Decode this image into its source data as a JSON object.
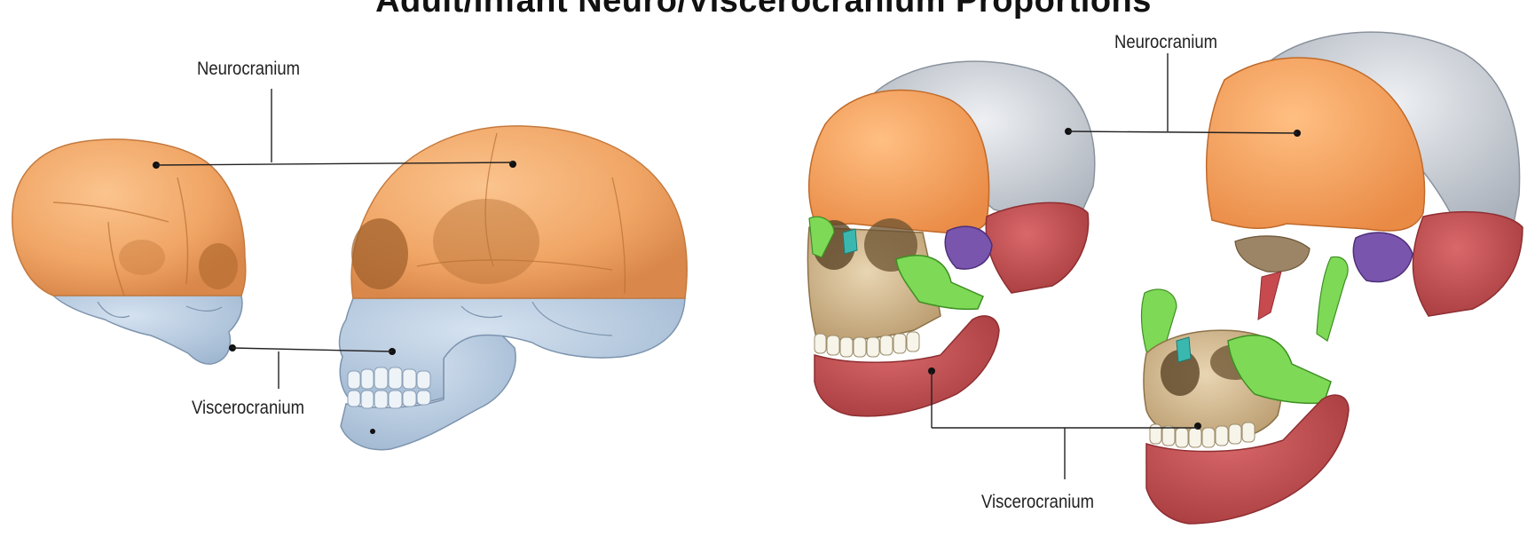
{
  "title": "Adult/Infant Neuro/Viscerocranium Proportions",
  "labels": {
    "left_neuro": "Neurocranium",
    "left_viscero": "Viscerocranium",
    "right_neuro": "Neurocranium",
    "right_viscero": "Viscerocranium"
  },
  "colors": {
    "neurocranium": "#f0a865",
    "viscerocranium": "#b8cde2",
    "frontal": "#f6a35e",
    "parietal": "#c9ced6",
    "temporal": "#c64a4e",
    "sphenoid": "#7a55ad",
    "zygomatic": "#7ed957",
    "maxilla": "#d8c09a",
    "mandible": "#c65450",
    "lacrimal": "#3ab8b0"
  }
}
